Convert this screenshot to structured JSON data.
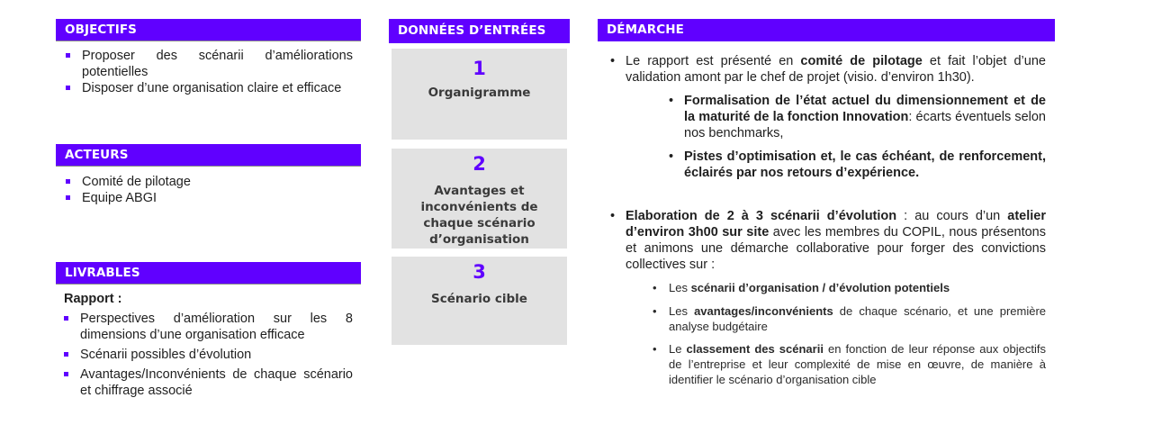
{
  "colors": {
    "accent": "#6000ff",
    "box_bg": "#e2e2e2"
  },
  "objectifs": {
    "title": "OBJECTIFS",
    "items": [
      "Proposer des scénarii d’améliorations potentielles",
      "Disposer d’une organisation claire et efficace"
    ]
  },
  "acteurs": {
    "title": "ACTEURS",
    "items": [
      "Comité de pilotage",
      "Equipe ABGI"
    ]
  },
  "livrables": {
    "title": "LIVRABLES",
    "intro": "Rapport :",
    "items": [
      "Perspectives d’amélioration sur les 8 dimensions d’une organisation efficace",
      "Scénarii possibles d’évolution",
      "Avantages/Inconvénients de chaque scénario et chiffrage associé"
    ]
  },
  "donnees": {
    "title": "DONNÉES D’ENTRÉES",
    "steps": [
      {
        "num": "1",
        "label": "Organigramme"
      },
      {
        "num": "2",
        "label": "Avantages et inconvénients de chaque scénario d’organisation"
      },
      {
        "num": "3",
        "label": "Scénario cible"
      }
    ]
  },
  "demarche": {
    "title": "DÉMARCHE",
    "bullet_glyph": "•",
    "p1": {
      "t1": "Le rapport est présenté en ",
      "b1": "comité de pilotage",
      "t2": " et fait l’objet d’une validation amont par le chef de projet (visio. d’environ 1h30)."
    },
    "p1_sub1": {
      "b1": "Formalisation de l’état actuel du dimensionnement et de la maturité de la fonction Innovation",
      "t1": ": écarts éventuels selon nos benchmarks,"
    },
    "p1_sub2": {
      "b1": "Pistes d’optimisation et, le cas échéant, de renforcement, éclairés par nos retours d’expérience."
    },
    "p2": {
      "b1": "Elaboration de 2 à 3 scénarii d’évolution",
      "t1": " : au cours d’un ",
      "b2": "atelier d’environ 3h00 sur site",
      "t2": " avec les membres du COPIL, nous présentons et animons une démarche collaborative pour forger des convictions collectives sur  :"
    },
    "p2_sub1": {
      "t1": "Les ",
      "b1": "scénarii d’organisation / d’évolution potentiels"
    },
    "p2_sub2": {
      "t1": "Les ",
      "b1": "avantages/inconvénients",
      "t2": " de chaque scénario, et une première analyse budgétaire"
    },
    "p2_sub3": {
      "t1": "Le ",
      "b1": "classement des scénarii",
      "t2": " en fonction de leur réponse aux objectifs de l’entreprise et leur complexité de mise en œuvre, de manière à identifier le scénario d’organisation cible"
    }
  }
}
